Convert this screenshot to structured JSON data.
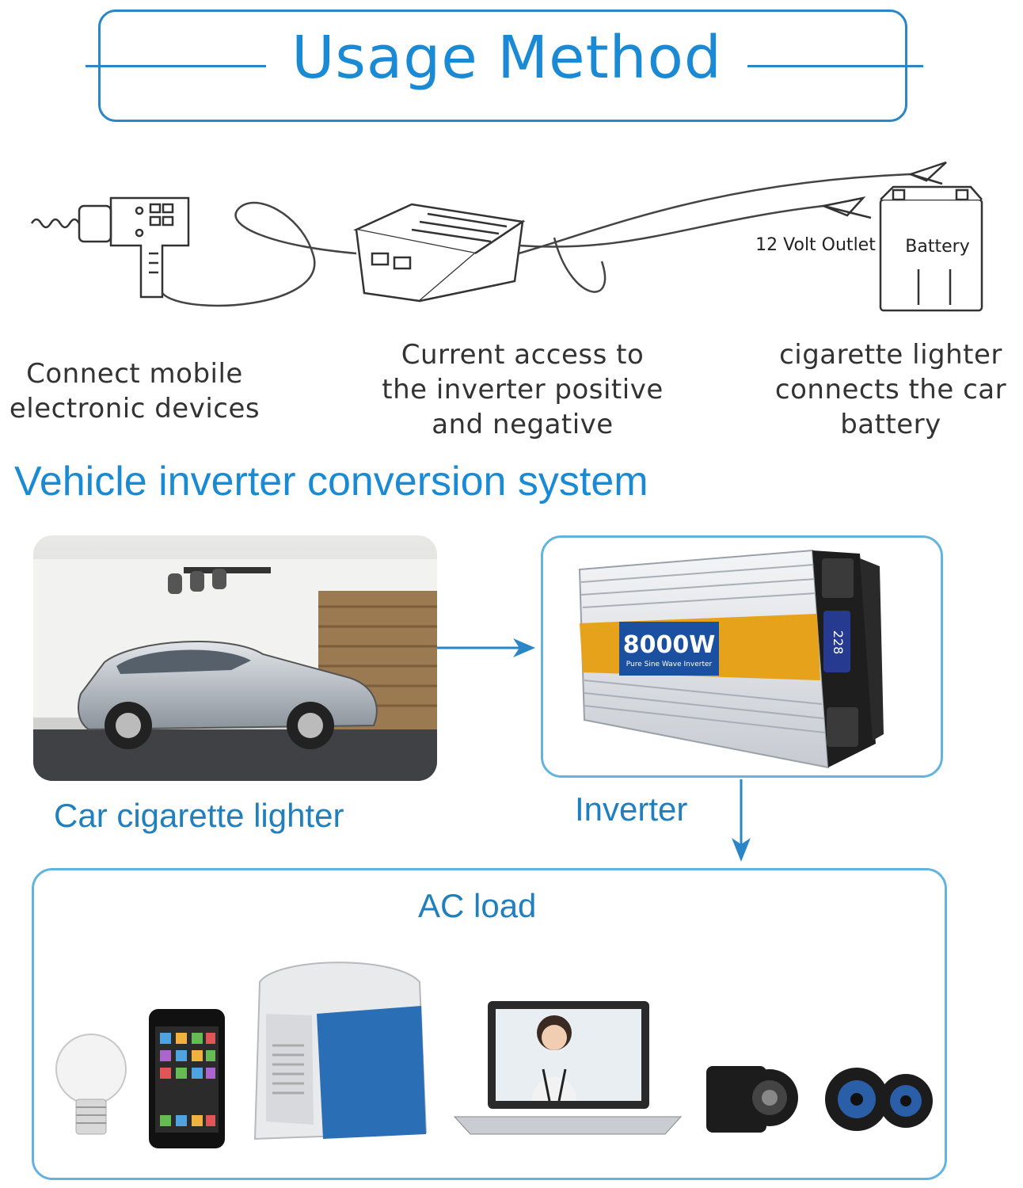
{
  "header": {
    "title": "Usage Method"
  },
  "diagram": {
    "outlet_label": "12 Volt Outlet",
    "battery_label": "Battery",
    "captions": {
      "device": "Connect mobile\nelectronic devices",
      "inverter": "Current access to\nthe inverter positive\nand negative",
      "battery": "cigarette lighter\nconnects the car\nbattery"
    }
  },
  "conversion": {
    "title": "Vehicle inverter conversion system",
    "car_label": "Car cigarette lighter",
    "inverter_label": "Inverter",
    "inverter_badge": "8000W",
    "inverter_subtitle": "Pure Sine Wave Inverter",
    "inverter_display": "228"
  },
  "load": {
    "title": "AC load",
    "devices": [
      "light-bulb",
      "smartphone",
      "portable-fridge",
      "laptop",
      "camera",
      "speakers"
    ]
  },
  "colors": {
    "accent": "#1a8ad4",
    "panel_border": "#63b3e0",
    "inverter_band": "#e6a21b"
  }
}
